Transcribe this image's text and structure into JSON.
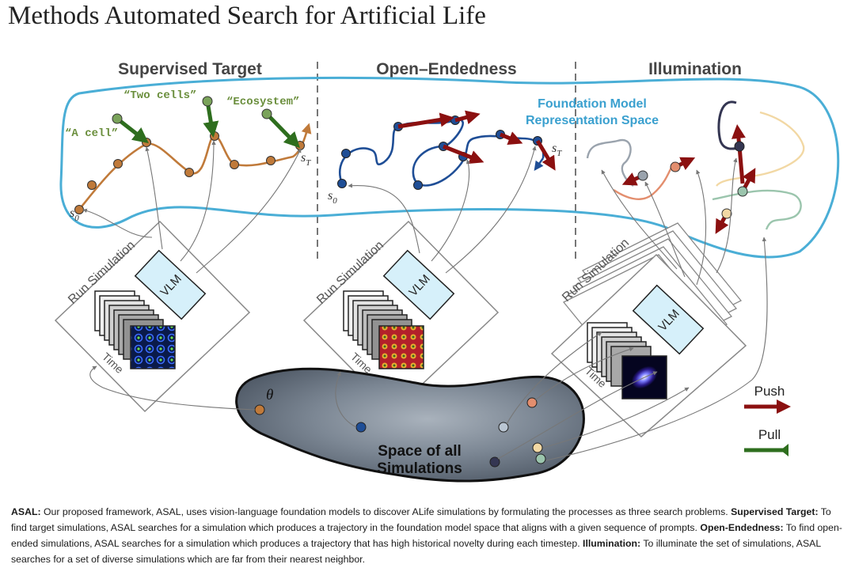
{
  "title": "Methods Automated Search for Artificial Life",
  "sections": {
    "supervised": "Supervised Target",
    "open_endedness": "Open–Endedness",
    "illumination": "Illumination"
  },
  "foundation_space_label_1": "Foundation Model",
  "foundation_space_label_2": "Representation Space",
  "prompts": {
    "a_cell": "“A cell”",
    "two_cells": "“Two cells”",
    "ecosystem": "“Ecosystem”"
  },
  "trajectory_labels": {
    "s0": "s",
    "s0_sub": "0",
    "sT": "s",
    "sT_sub": "T"
  },
  "run_simulation": "Run Simulation",
  "vlm": "VLM",
  "time": "Time",
  "theta": "θ",
  "space_label_1": "Space of all",
  "space_label_2": "Simulations",
  "legend": {
    "push": "Push",
    "pull": "Pull"
  },
  "colors": {
    "foundation_outline": "#4aaed6",
    "supervised_traj": "#c07a3a",
    "open_traj": "#1f4e96",
    "push_arrow": "#8b1010",
    "pull_arrow": "#2e6e1e",
    "prompt_text": "#6a8e3c"
  },
  "caption": [
    {
      "bold": "ASAL:",
      "text": " Our proposed framework, ASAL, uses vision-language foundation models to discover ALife simulations by formulating the processes as three search problems. "
    },
    {
      "bold": "Supervised Target:",
      "text": " To find target simulations, ASAL searches for a simulation which produces a trajectory in the foundation model space that aligns with a given sequence of prompts. "
    },
    {
      "bold": "Open-Endedness:",
      "text": " To find open-ended simulations, ASAL searches for a simulation which produces a trajectory that has high historical novelty during each timestep. "
    },
    {
      "bold": "Illumination:",
      "text": " To illuminate the set of simulations, ASAL searches for a set of diverse simulations which are far from their nearest neighbor."
    }
  ]
}
